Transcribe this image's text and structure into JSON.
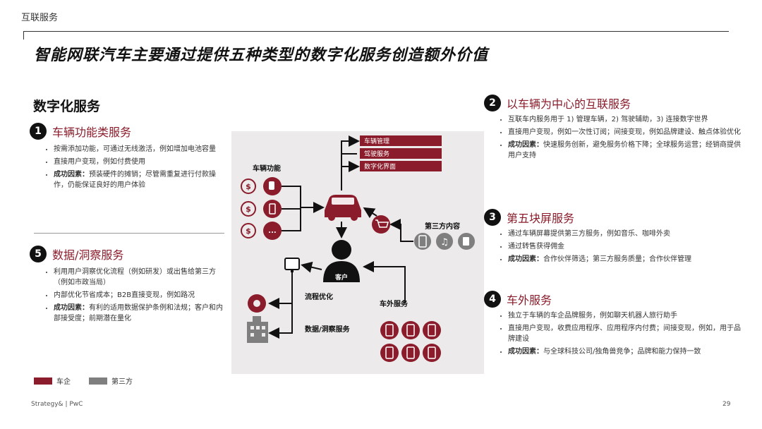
{
  "header": {
    "section_tag": "互联服务",
    "main_title": "智能网联汽车主要通过提供五种类型的数字化服务创造额外价值",
    "sub_heading": "数字化服务"
  },
  "sections": {
    "s1": {
      "num": "1",
      "title": "车辆功能类服务",
      "b1": "按需添加功能，可通过无线激活，例如增加电池容量",
      "b2": "直接用户变现，例如付费使用",
      "b3_key": "成功因素：",
      "b3": "预装硬件的摊销；尽管需重复进行付款操作，仍能保证良好的用户体验"
    },
    "s5": {
      "num": "5",
      "title": "数据/洞察服务",
      "b1": "利用用户洞察优化流程（例如研发）或出售给第三方（例如市政当局）",
      "b2": "内部优化节省成本；B2B直接变现，例如路况",
      "b3_key": "成功因素：",
      "b3": "有利的适用数据保护条例和法规；客户和内部接受度；前期潜在量化"
    },
    "s2": {
      "num": "2",
      "title": "以车辆为中心的互联服务",
      "b1": "互联车内服务用于 1) 管理车辆，2) 驾驶辅助，3) 连接数字世界",
      "b2": "直接用户变现，例如一次性订阅；间接变现，例如品牌建设、触点体验优化",
      "b3_key": "成功因素：",
      "b3": "快速服务创新，避免服务价格下降；全球服务运营；经销商提供用户支持"
    },
    "s3": {
      "num": "3",
      "title": "第五块屏服务",
      "b1": "通过车辆屏幕提供第三方服务，例如音乐、咖啡外卖",
      "b2": "通过转售获得佣金",
      "b3_key": "成功因素：",
      "b3": "合作伙伴筛选；第三方服务质量；合作伙伴管理"
    },
    "s4": {
      "num": "4",
      "title": "车外服务",
      "b1": "独立于车辆的车企品牌服务，例如聊天机器人旅行助手",
      "b2": "直接用户变现，收费应用程序、应用程序内付费；间接变现，例如，用于品牌建设",
      "b3_key": "成功因素：",
      "b3": "与全球科技公司/独角兽竞争；品牌和能力保持一致"
    }
  },
  "diagram": {
    "vehicle_functions_label": "车辆功能",
    "menu_items": [
      "车辆管理",
      "驾驶服务",
      "数字化界面"
    ],
    "third_party_label": "第三方内容",
    "customer_label": "客户",
    "process_label": "流程优化",
    "data_label": "数据/洞察服务",
    "outside_label": "车外服务",
    "colors": {
      "maroon": "#8b1c2b",
      "grey": "#7f7f7f",
      "dark": "#111111"
    },
    "icons": [
      "dollar-cycle-icon",
      "key-fob-icon",
      "battery-icon",
      "more-icon",
      "car-icon",
      "cart-icon",
      "phone-icon",
      "music-icon",
      "coffee-cup-icon",
      "person-icon",
      "monitor-icon",
      "gear-search-icon",
      "building-icon",
      "smartphone-icon"
    ]
  },
  "legend": {
    "oem": {
      "label": "车企",
      "color": "#8b1c2b"
    },
    "third": {
      "label": "第三方",
      "color": "#7f7f7f"
    }
  },
  "footer": {
    "source": "Strategy& | PwC",
    "page": "29"
  }
}
